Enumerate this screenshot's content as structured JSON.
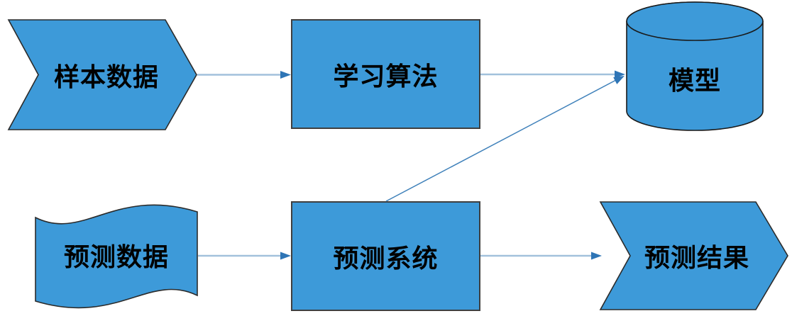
{
  "diagram": {
    "type": "flowchart",
    "topic": "machine-learning-pipeline",
    "background": "#ffffff",
    "colors": {
      "shape_fill": "#3D9AD9",
      "shape_border": "#2b2b2b",
      "rect_border": "#3f3f3f",
      "cylinder_border": "#1a1a1a",
      "connector_line": "#A2C1DC",
      "connector_head": "#2E75B6",
      "diagonal_line": "#3F81BA",
      "label_color": "#000000"
    },
    "nodes": [
      {
        "id": "sample-data",
        "shape": "chevron",
        "label": "样本数据"
      },
      {
        "id": "learning-algorithm",
        "shape": "rectangle",
        "label": "学习算法"
      },
      {
        "id": "model",
        "shape": "cylinder",
        "label": "模型"
      },
      {
        "id": "prediction-data",
        "shape": "wave",
        "label": "预测数据"
      },
      {
        "id": "prediction-system",
        "shape": "rectangle",
        "label": "预测系统"
      },
      {
        "id": "prediction-result",
        "shape": "chevron",
        "label": "预测结果"
      }
    ],
    "edges": [
      {
        "from": "样本数据",
        "to": "学习算法",
        "style": "arrow"
      },
      {
        "from": "学习算法",
        "to": "模型",
        "style": "arrow"
      },
      {
        "from": "预测数据",
        "to": "预测系统",
        "style": "arrow"
      },
      {
        "from": "预测系统",
        "to": "预测结果",
        "style": "arrow"
      },
      {
        "from": "预测系统",
        "to": "模型",
        "style": "arrow-diagonal"
      }
    ]
  }
}
